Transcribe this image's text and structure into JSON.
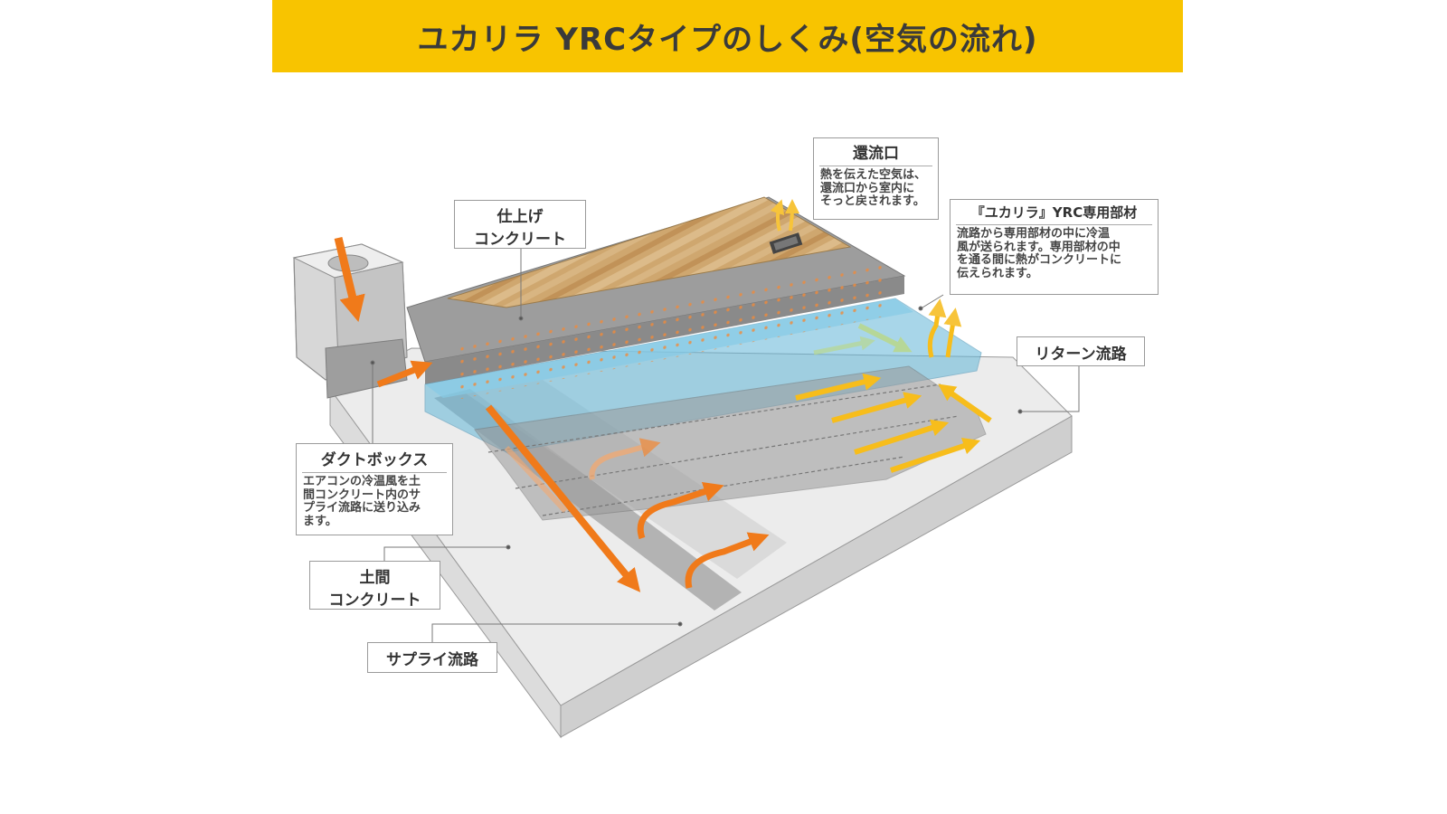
{
  "title": "ユカリラ YRCタイプのしくみ(空気の流れ)",
  "colors": {
    "title_bar": "#f8c400",
    "supply_arrow": "#f07a1a",
    "return_arrow": "#f7bd1b",
    "yrc_member": "#62b6d8",
    "concrete": "#b8b8b8",
    "floor_wood": "#c9a06a"
  },
  "labels": {
    "kanryuko": {
      "title": "還流口",
      "body": [
        "熱を伝えた空気は、",
        "還流口から室内に",
        "そっと戻されます。"
      ]
    },
    "shiage_concrete": {
      "lines": [
        "仕上げ",
        "コンクリート"
      ]
    },
    "yrc_member": {
      "title": "『ユカリラ』YRC専用部材",
      "body": [
        "流路から専用部材の中に冷温",
        "風が送られます。専用部材の中",
        "を通る間に熱がコンクリートに",
        "伝えられます。"
      ]
    },
    "return_channel": {
      "title": "リターン流路"
    },
    "duct_box": {
      "title": "ダクトボックス",
      "body": [
        "エアコンの冷温風を土",
        "間コンクリート内のサ",
        "プライ流路に送り込み",
        "ます。"
      ]
    },
    "doma_concrete": {
      "lines": [
        "土間",
        "コンクリート"
      ]
    },
    "supply_channel": {
      "title": "サプライ流路"
    }
  }
}
